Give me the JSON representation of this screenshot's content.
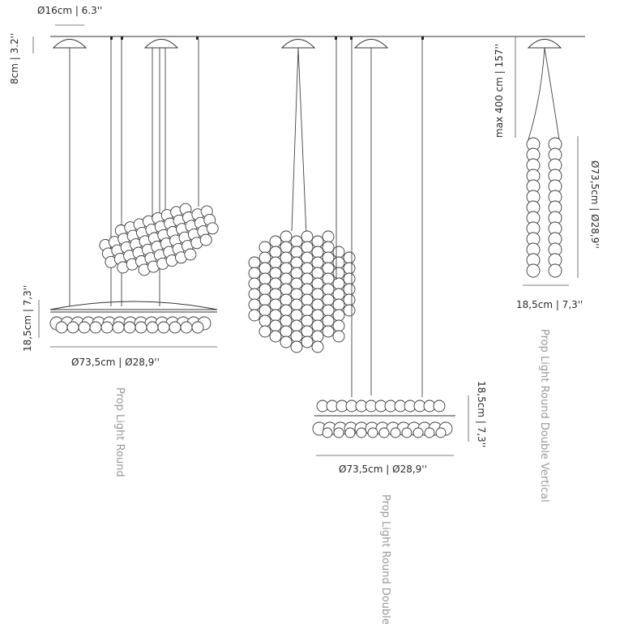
{
  "dimensions": {
    "canopy_diameter": "Ø16cm | 6.3''",
    "canopy_height": "8cm | 3.2''",
    "max_length": "max 400 cm | 157''",
    "round_height": "18,5cm | 7,3''",
    "round_diameter": "Ø73,5cm | Ø28,9''",
    "double_height": "18,5cm | 7,3''",
    "double_diameter": "Ø73,5cm | Ø28,9''",
    "vertical_diameter": "Ø73,5cm | Ø28,9''",
    "vertical_depth": "18,5cm | 7,3''"
  },
  "captions": {
    "round": "Prop Light Round",
    "double": "Prop Light Round Double",
    "double_vertical": "Prop Light Round Double Vertical"
  }
}
